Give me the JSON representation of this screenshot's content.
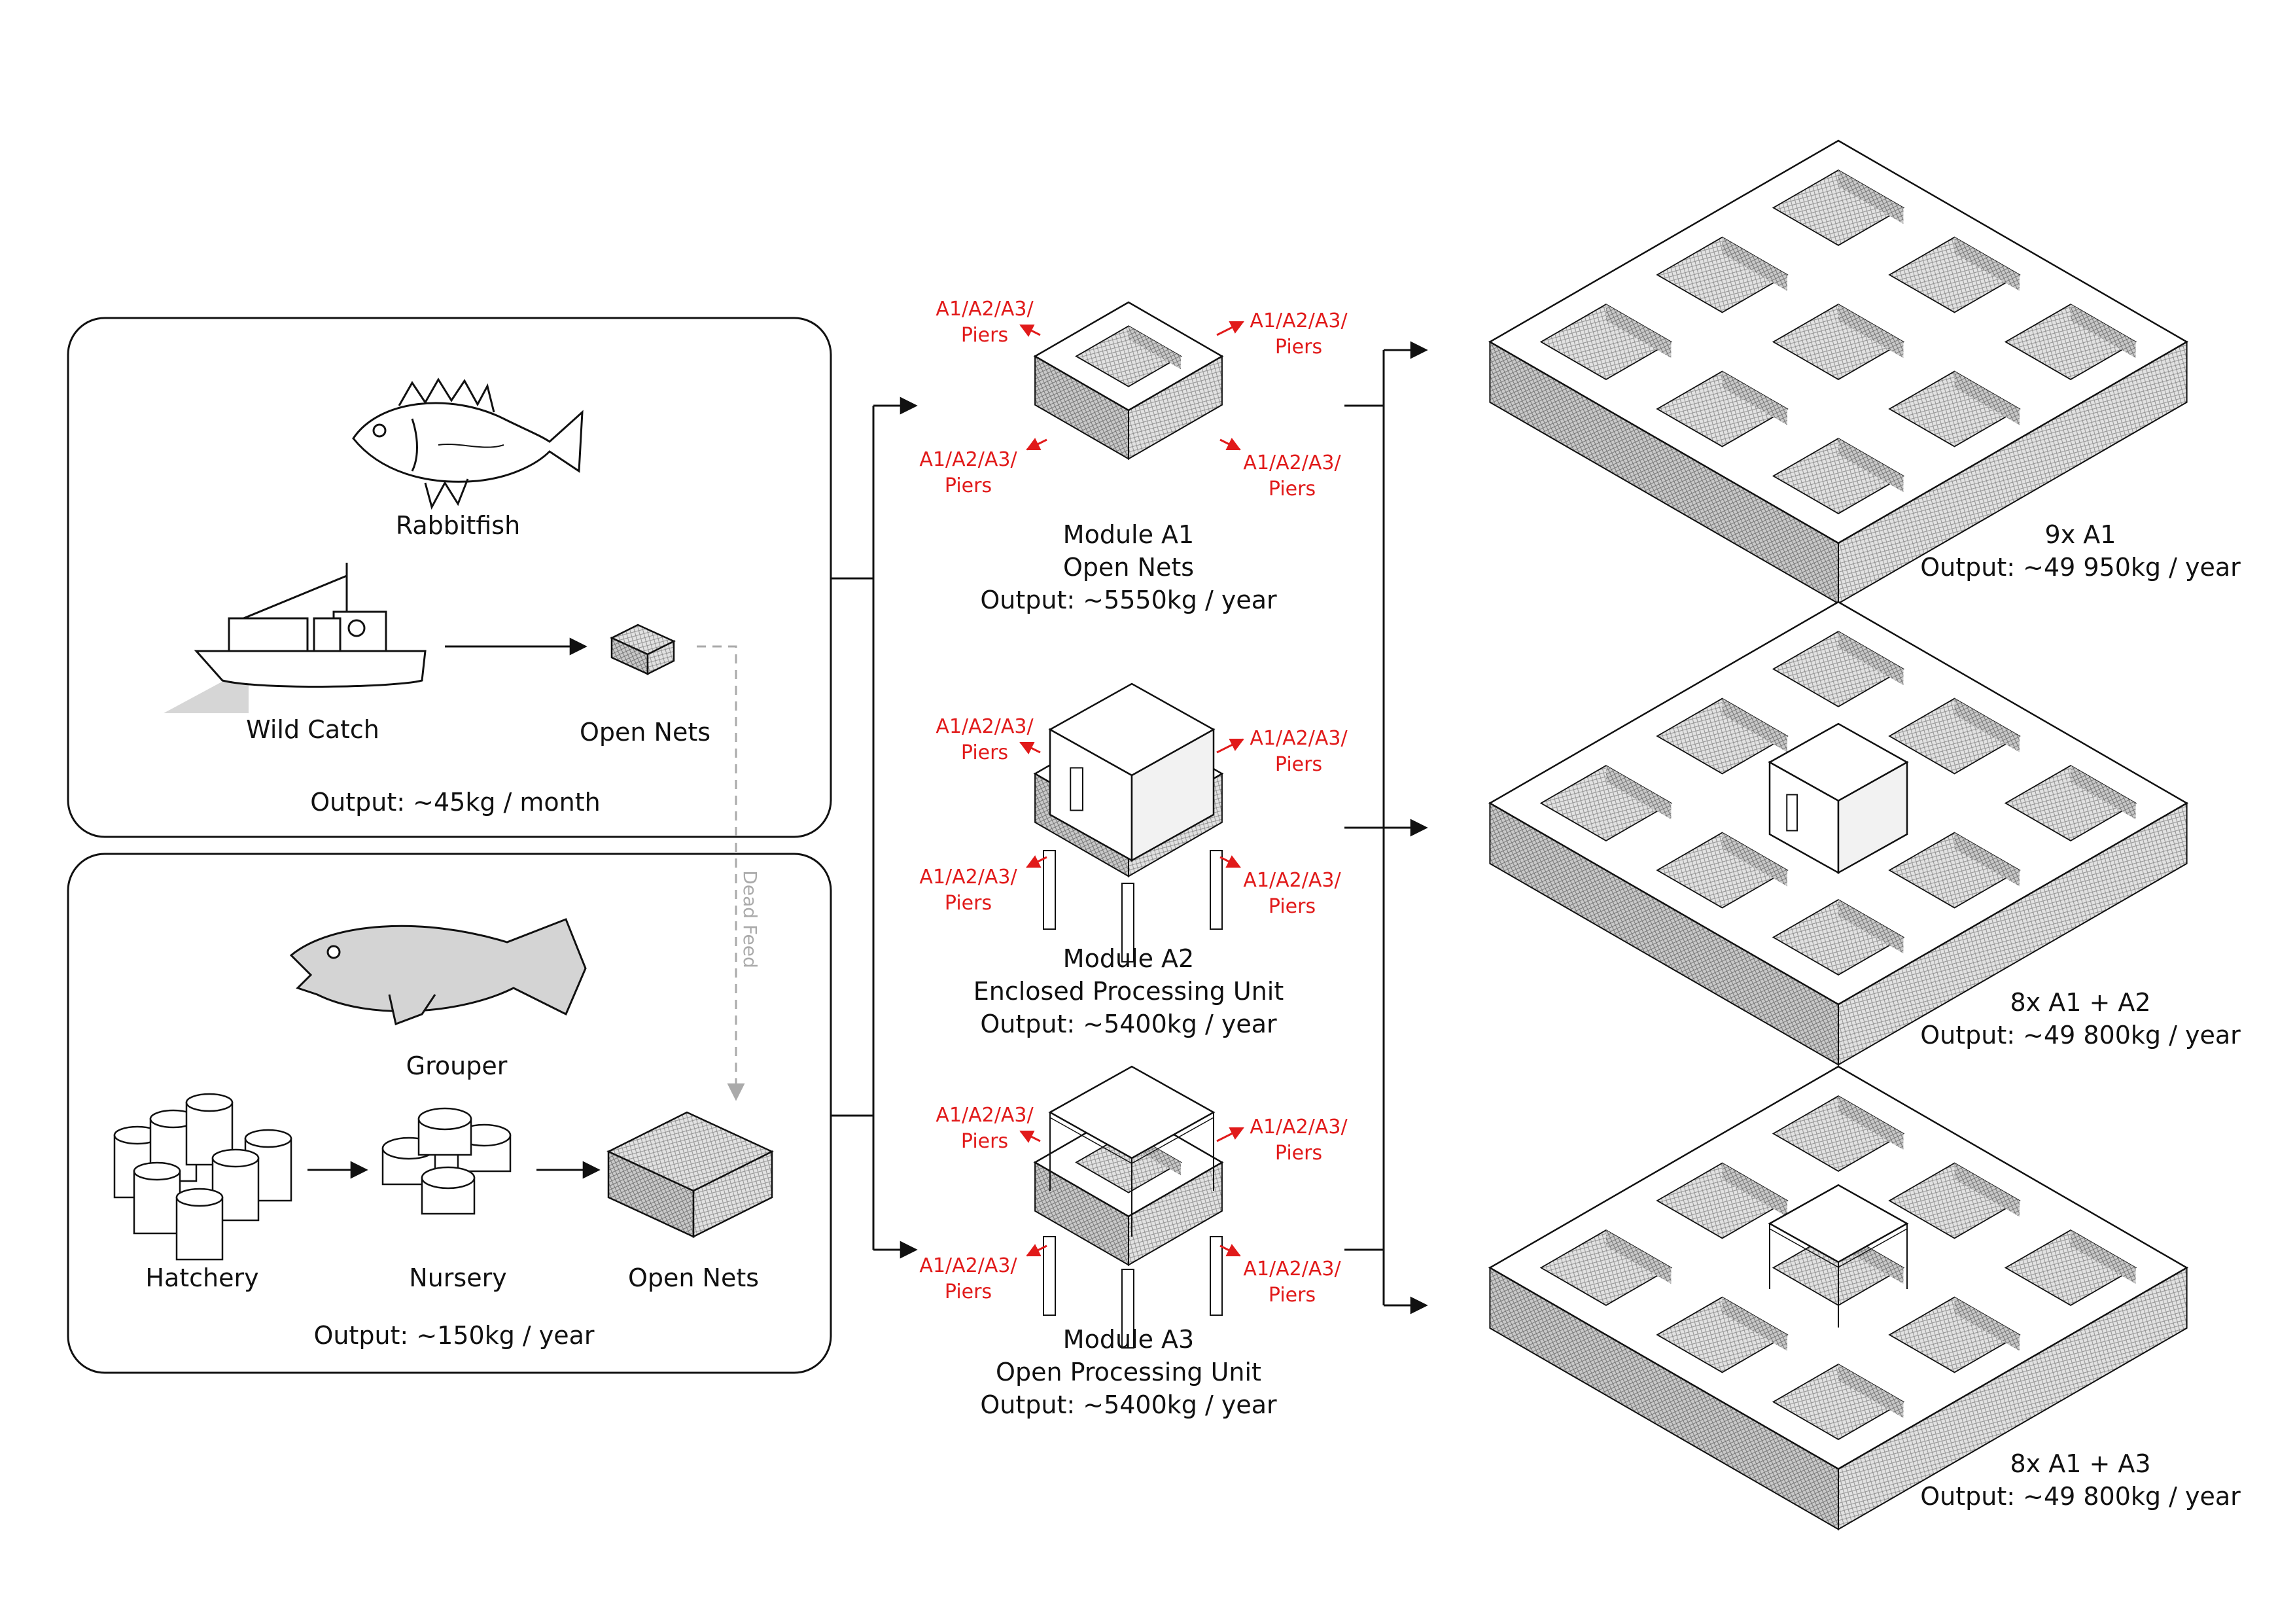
{
  "colors": {
    "accent_red": "#e11a1a",
    "line": "#111111",
    "dashed": "#aaaaaa",
    "net_fill": "#d9d9d9"
  },
  "panel_top": {
    "species": "Rabbitfish",
    "stages": [
      "Wild Catch",
      "Open Nets"
    ],
    "output": "Output: ~45kg / month",
    "icons": [
      "rabbitfish-icon",
      "fishing-boat-icon",
      "net-cube-icon"
    ]
  },
  "panel_bottom": {
    "species": "Grouper",
    "stages": [
      "Hatchery",
      "Nursery",
      "Open Nets"
    ],
    "output": "Output: ~150kg / year",
    "icons": [
      "grouper-icon",
      "hatchery-tanks-icon",
      "nursery-tanks-icon",
      "open-net-box-icon"
    ]
  },
  "dead_feed": "Dead Feed",
  "connector_label": "A1/A2/A3/ Piers",
  "modules": [
    {
      "name": "Module A1",
      "desc": "Open Nets",
      "output": "Output: ~5550kg / year",
      "structure": "none"
    },
    {
      "name": "Module A2",
      "desc": "Enclosed Processing Unit",
      "output": "Output: ~5400kg / year",
      "structure": "enclosed-box"
    },
    {
      "name": "Module A3",
      "desc": "Open Processing Unit",
      "output": "Output: ~5400kg / year",
      "structure": "open-canopy"
    }
  ],
  "clusters": [
    {
      "name": "9x A1",
      "output": "Output: ~49 950kg / year",
      "structure": "none"
    },
    {
      "name": "8x A1 + A2",
      "output": "Output: ~49 800kg / year",
      "structure": "enclosed-box"
    },
    {
      "name": "8x A1 + A3",
      "output": "Output: ~49 800kg / year",
      "structure": "open-canopy"
    }
  ]
}
